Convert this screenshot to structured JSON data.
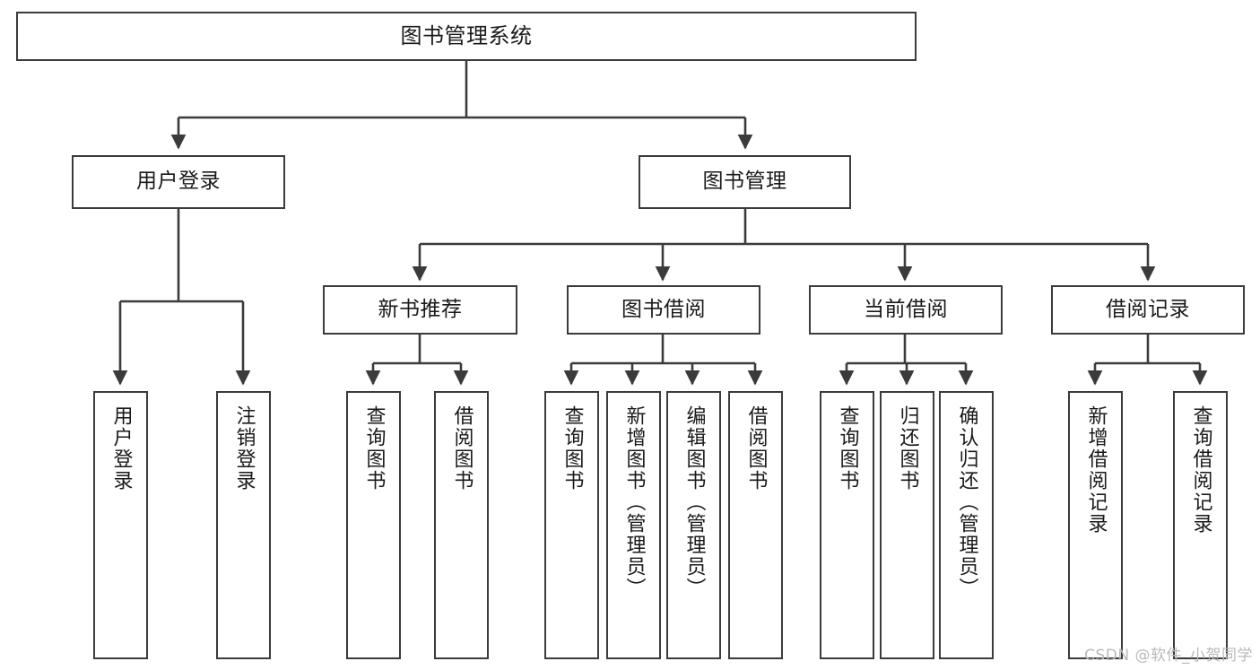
{
  "diagram": {
    "type": "tree-hierarchy",
    "title": "图书管理系统",
    "watermark": "CSDN @软件_小贺同学",
    "colors": {
      "box_border": "#3b3b3b",
      "box_fill": "#ffffff",
      "connector": "#3b3b3b",
      "text": "#1a1a1a",
      "watermark": "#b9b9b9",
      "background": "#ffffff"
    },
    "levels": [
      {
        "level": 1,
        "nodes": [
          {
            "id": "root",
            "label": "图书管理系统",
            "orientation": "horizontal"
          }
        ]
      },
      {
        "level": 2,
        "nodes": [
          {
            "id": "user-login",
            "label": "用户登录",
            "orientation": "horizontal",
            "parent": "root"
          },
          {
            "id": "book-manage",
            "label": "图书管理",
            "orientation": "horizontal",
            "parent": "root"
          }
        ]
      },
      {
        "level": 3,
        "nodes": [
          {
            "id": "new-book-recommend",
            "label": "新书推荐",
            "orientation": "horizontal",
            "parent": "book-manage"
          },
          {
            "id": "book-borrow",
            "label": "图书借阅",
            "orientation": "horizontal",
            "parent": "book-manage"
          },
          {
            "id": "current-borrow",
            "label": "当前借阅",
            "orientation": "horizontal",
            "parent": "book-manage"
          },
          {
            "id": "borrow-record",
            "label": "借阅记录",
            "orientation": "horizontal",
            "parent": "book-manage"
          }
        ]
      },
      {
        "level": 4,
        "nodes": [
          {
            "id": "leaf-user-login",
            "label": "用户登录",
            "orientation": "vertical",
            "parent": "user-login"
          },
          {
            "id": "leaf-logout",
            "label": "注销登录",
            "orientation": "vertical",
            "parent": "user-login"
          },
          {
            "id": "leaf-query-book-1",
            "label": "查询图书",
            "orientation": "vertical",
            "parent": "new-book-recommend"
          },
          {
            "id": "leaf-borrow-book-1",
            "label": "借阅图书",
            "orientation": "vertical",
            "parent": "new-book-recommend"
          },
          {
            "id": "leaf-query-book-2",
            "label": "查询图书",
            "orientation": "vertical",
            "parent": "book-borrow"
          },
          {
            "id": "leaf-add-book",
            "label": "新增图书（管理员）",
            "orientation": "vertical",
            "parent": "book-borrow"
          },
          {
            "id": "leaf-edit-book",
            "label": "编辑图书（管理员）",
            "orientation": "vertical",
            "parent": "book-borrow"
          },
          {
            "id": "leaf-borrow-book-2",
            "label": "借阅图书",
            "orientation": "vertical",
            "parent": "book-borrow"
          },
          {
            "id": "leaf-query-book-3",
            "label": "查询图书",
            "orientation": "vertical",
            "parent": "current-borrow"
          },
          {
            "id": "leaf-return-book",
            "label": "归还图书",
            "orientation": "vertical",
            "parent": "current-borrow"
          },
          {
            "id": "leaf-confirm-return",
            "label": "确认归还（管理员）",
            "orientation": "vertical",
            "parent": "current-borrow"
          },
          {
            "id": "leaf-add-record",
            "label": "新增借阅记录",
            "orientation": "vertical",
            "parent": "borrow-record"
          },
          {
            "id": "leaf-query-record",
            "label": "查询借阅记录",
            "orientation": "vertical",
            "parent": "borrow-record"
          }
        ]
      }
    ]
  }
}
